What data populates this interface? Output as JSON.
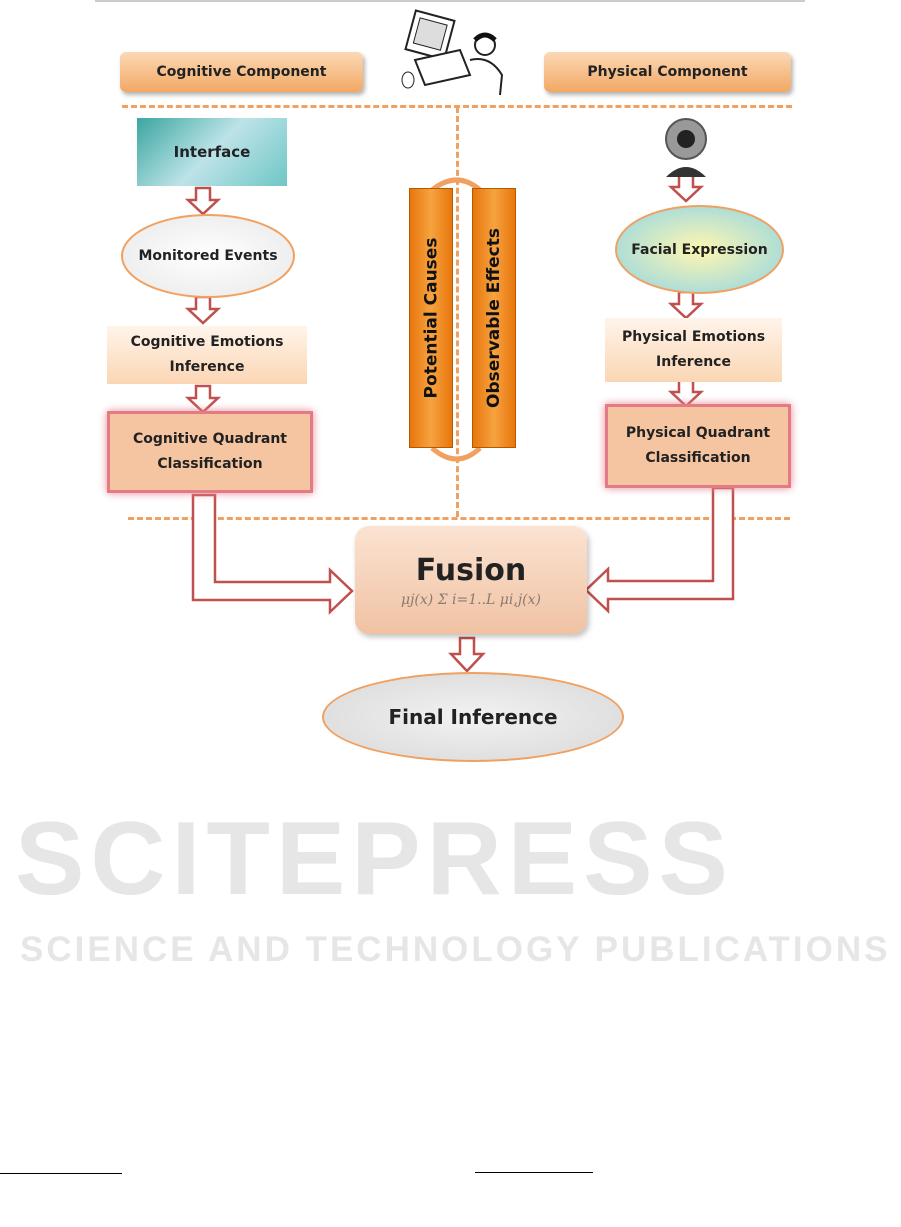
{
  "header": {
    "cognitive": "Cognitive Component",
    "physical": "Physical Component"
  },
  "left": {
    "interface": "Interface",
    "monitored": "Monitored Events",
    "emotions": "Cognitive Emotions Inference",
    "quadrant": "Cognitive Quadrant Classification"
  },
  "center": {
    "causes": "Potential Causes",
    "effects": "Observable Effects"
  },
  "right": {
    "facial": "Facial Expression",
    "emotions": "Physical Emotions Inference",
    "quadrant": "Physical Quadrant Classification"
  },
  "fusion": {
    "label": "Fusion",
    "formula": "μj(x) Σ i=1..L μi,j(x)"
  },
  "final": {
    "label": "Final Inference"
  },
  "watermark": {
    "big": "SCITEPRESS",
    "small": "SCIENCE AND TECHNOLOGY PUBLICATIONS"
  },
  "colors": {
    "orange": "#f0a060",
    "arrow": "#c0504d",
    "dark_orange": "#e8760c"
  }
}
